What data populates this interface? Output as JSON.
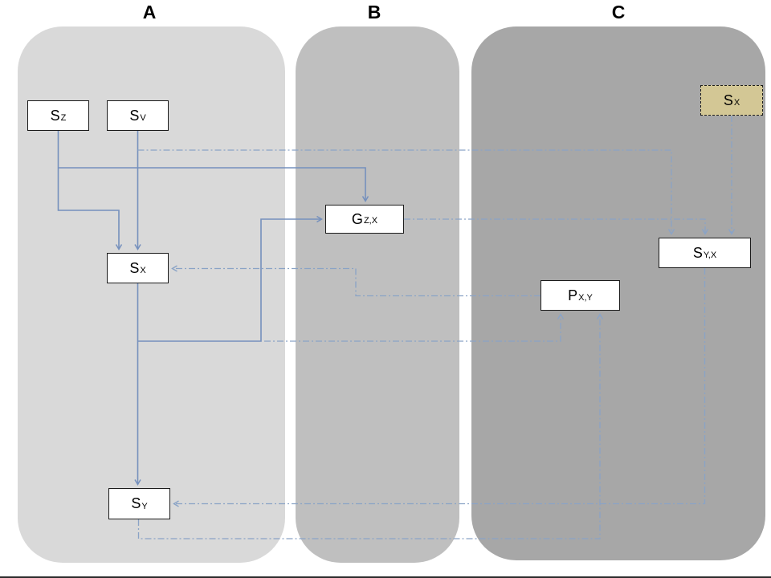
{
  "diagram": {
    "kind": "three-column flow diagram",
    "panels": [
      {
        "id": "A",
        "label": "A",
        "bg": "#d9d9d9"
      },
      {
        "id": "B",
        "label": "B",
        "bg": "#bfbfbf"
      },
      {
        "id": "C",
        "label": "C",
        "bg": "#a7a7a7"
      }
    ]
  },
  "panels": [
    {
      "label": "A"
    },
    {
      "label": "B"
    },
    {
      "label": "C"
    }
  ],
  "nodes": {
    "sz": {
      "main": "S",
      "sub": "Z",
      "panel": "A",
      "fill": "white"
    },
    "sv": {
      "main": "S",
      "sub": "V",
      "panel": "A",
      "fill": "white"
    },
    "sxa": {
      "main": "S",
      "sub": "X",
      "panel": "A",
      "fill": "white"
    },
    "gzx": {
      "main": "G",
      "sub": "Z,X",
      "panel": "B",
      "fill": "white"
    },
    "pxy": {
      "main": "P",
      "sub": "X,Y",
      "panel": "C",
      "fill": "white"
    },
    "syx": {
      "main": "S",
      "sub": "Y,X",
      "panel": "C",
      "fill": "white"
    },
    "sy": {
      "main": "S",
      "sub": "Y",
      "panel": "A",
      "fill": "white"
    },
    "sxc": {
      "main": "S",
      "sub": "X",
      "panel": "C",
      "fill": "tan",
      "border": "dash-dot"
    }
  },
  "edges": [
    {
      "from": "sz",
      "to": "sxa",
      "style": "solid"
    },
    {
      "from": "sv",
      "to": "sxa",
      "style": "solid"
    },
    {
      "from": "sz",
      "to": "gzx",
      "style": "solid"
    },
    {
      "from": "sxa",
      "to": "sy",
      "style": "solid"
    },
    {
      "from": "sxa",
      "to": "gzx",
      "style": "solid"
    },
    {
      "from": "sv",
      "to": "syx",
      "style": "dash-dot"
    },
    {
      "from": "gzx",
      "to": "syx",
      "style": "dash-dot"
    },
    {
      "from": "sxc",
      "to": "syx",
      "style": "dash-dot"
    },
    {
      "from": "syx",
      "to": "sy",
      "style": "dash-dot"
    },
    {
      "from": "sy",
      "to": "pxy",
      "style": "dash-dot"
    },
    {
      "from": "pxy",
      "to": "sxa",
      "style": "dash-dot"
    },
    {
      "from": "sxa",
      "to": "pxy",
      "style": "dash-dot"
    }
  ],
  "colors": {
    "page_bg": "#ffffff",
    "panel_a": "#d9d9d9",
    "panel_b": "#bfbfbf",
    "panel_c": "#a7a7a7",
    "box_fill": "#ffffff",
    "box_border": "#1b1b1b",
    "tan_fill": "#d3c795",
    "tan_border": "#1b1b1b",
    "connector_solid": "#7590bd",
    "connector_dash": "#8aa3c6",
    "heading_text": "#000000"
  }
}
